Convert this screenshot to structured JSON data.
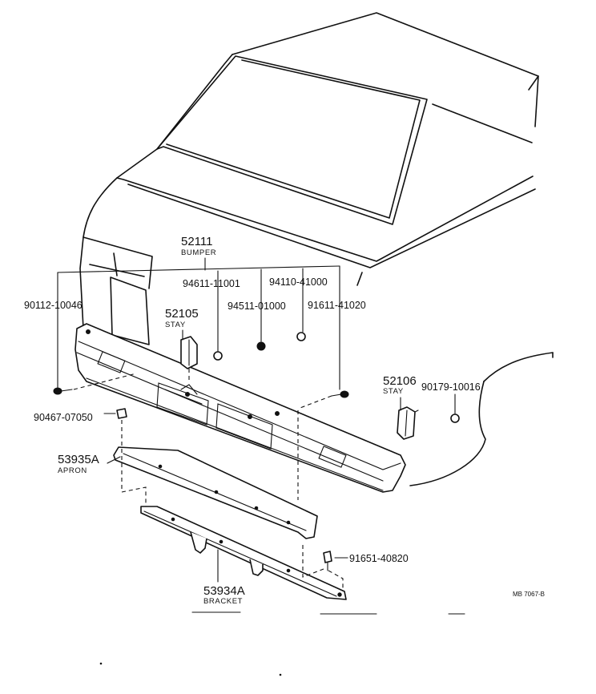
{
  "labels": {
    "bumper_no": "52111",
    "bumper_name": "BUMPER",
    "p94611": "94611-11001",
    "p94110": "94110-41000",
    "p90112": "90112-10046",
    "stay1_no": "52105",
    "stay1_name": "STAY",
    "p94511": "94511-01000",
    "p91611": "91611-41020",
    "stay2_no": "52106",
    "stay2_name": "STAY",
    "p90179": "90179-10016",
    "p90467": "90467-07050",
    "apron_no": "53935A",
    "apron_name": "APRON",
    "p91651": "91651-40820",
    "bracket_no": "53934A",
    "bracket_name": "BRACKET",
    "ref": "MB 7067-B"
  }
}
